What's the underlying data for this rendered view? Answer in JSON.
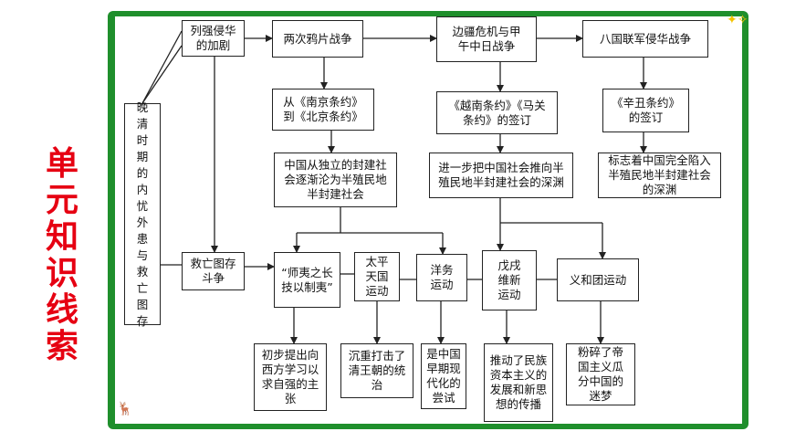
{
  "side_title": "单元知识线索",
  "root": "晚清时期的内忧外患与救亡图存",
  "nodes": {
    "liqiang": "列强侵华的加剧",
    "jiuwang": "救亡图存斗争",
    "yapian": "两次鸦片战争",
    "bianjiang": "边疆危机与甲午中日战争",
    "baguo": "八国联军侵华战争",
    "nanjing": "从《南京条约》到《北京条约》",
    "yuenan": "《越南条约》《马关条约》的签订",
    "xinchou": "《辛丑条约》的签订",
    "zhongguo": "中国从独立的封建社会逐渐沦为半殖民地半封建社会",
    "jinyibu": "进一步把中国社会推向半殖民地半封建社会的深渊",
    "biaozhi": "标志着中国完全陷入半殖民地半封建社会的深渊",
    "shiyi": "“师夷之长技以制夷”",
    "taiping": "太平天国运动",
    "yangwu": "洋务运动",
    "wuxu": "戊戌维新运动",
    "yihetuan": "义和团运动",
    "chubu": "初步提出向西方学习以求自强的主张",
    "chenzhong": "沉重打击了清王朝的统治",
    "zaoqi": "是中国早期现代化的尝试",
    "tuidong": "推动了民族资本主义的发展和新思想的传播",
    "fensui": "粉碎了帝国主义瓜分中国的迷梦"
  },
  "colors": {
    "frame": "#1f8f2c",
    "title": "#e60012",
    "line": "#222222"
  },
  "icons": [
    "sparkle-icon",
    "reindeer-icon"
  ]
}
